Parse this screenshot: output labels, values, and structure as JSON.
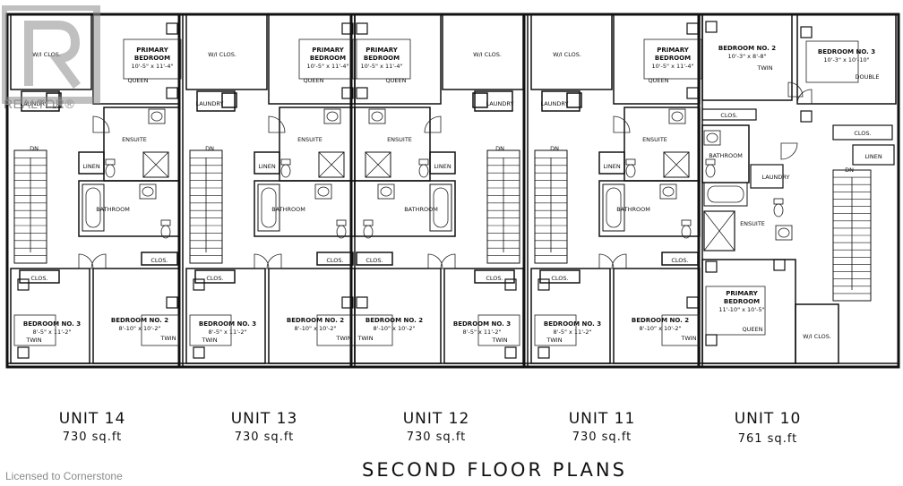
{
  "watermark": {
    "logo_text": "REALTOR®"
  },
  "footer": {
    "credit": "Licensed to Cornerstone"
  },
  "title": "SECOND FLOOR PLANS",
  "units": [
    {
      "name": "UNIT 14",
      "area": "730 sq.ft"
    },
    {
      "name": "UNIT 13",
      "area": "730 sq.ft"
    },
    {
      "name": "UNIT 12",
      "area": "730 sq.ft"
    },
    {
      "name": "UNIT 11",
      "area": "730 sq.ft"
    },
    {
      "name": "UNIT 10",
      "area": "761 sq.ft"
    }
  ],
  "labels": {
    "primary_bedroom": "PRIMARY BEDROOM",
    "primary_dims": "10'-5\" x 11'-4\"",
    "primary_dims_u10": "11'-10\" x 10'-5\"",
    "bedroom2": "BEDROOM NO. 2",
    "bedroom2_dims": "8'-10\" x 10'-2\"",
    "bedroom2_dims_u10": "10'-3\" x 8'-8\"",
    "bedroom3": "BEDROOM NO. 3",
    "bedroom3_dims": "8'-5\" x 11'-2\"",
    "bedroom3_dims_u10": "10'-3\" x 10'-10\"",
    "wi_clos": "W/I CLOS.",
    "clos": "CLOS.",
    "laundry": "LAUNDRY",
    "ensuite": "ENSUITE",
    "bathroom": "BATHROOM",
    "linen": "LINEN",
    "dn": "DN",
    "queen": "QUEEN",
    "twin": "TWIN",
    "double": "DOUBLE"
  }
}
